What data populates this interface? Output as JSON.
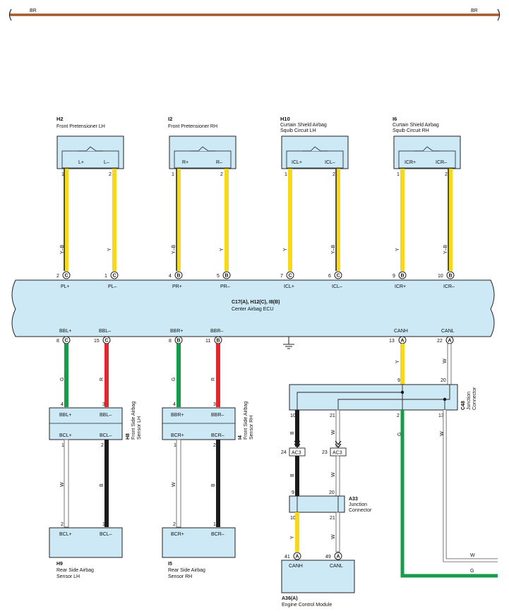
{
  "top_wire": {
    "left_label": "BR",
    "right_label": "BR",
    "color": "#a45a2a"
  },
  "colors": {
    "Y-B": "#f7d91a",
    "Y": "#f7d91a",
    "G": "#169c4a",
    "R": "#e0282e",
    "W": "#ffffff",
    "B": "#1b1b1b",
    "box": "#cde9f6"
  },
  "top_components": [
    {
      "code": "H2",
      "name": [
        "Front Pretensioner LH"
      ],
      "terminals": [
        "L+",
        "L–"
      ],
      "pins": [
        "1",
        "2"
      ]
    },
    {
      "code": "I2",
      "name": [
        "Front Pretensioner RH"
      ],
      "terminals": [
        "R+",
        "R–"
      ],
      "pins": [
        "1",
        "2"
      ]
    },
    {
      "code": "H10",
      "name": [
        "Curtain Shield Airbag",
        "Squib Circuit LH"
      ],
      "terminals": [
        "ICL+",
        "ICL–"
      ],
      "pins": [
        "1",
        "2"
      ]
    },
    {
      "code": "I6",
      "name": [
        "Curtain Shield Airbag",
        "Squib Circuit RH"
      ],
      "terminals": [
        "ICR+",
        "ICR–"
      ],
      "pins": [
        "1",
        "2"
      ]
    }
  ],
  "top_wires": [
    "Y–B",
    "Y",
    "Y–B",
    "Y",
    "Y",
    "Y–B",
    "Y",
    "Y–B"
  ],
  "ecu": {
    "connectors": "C17(A), H12(C), I8(B)",
    "name": "Center Airbag ECU",
    "top_pins": [
      {
        "num": "2",
        "conn": "C",
        "term": "PL+"
      },
      {
        "num": "1",
        "conn": "C",
        "term": "PL–"
      },
      {
        "num": "4",
        "conn": "B",
        "term": "PR+"
      },
      {
        "num": "5",
        "conn": "B",
        "term": "PR–"
      },
      {
        "num": "7",
        "conn": "C",
        "term": "ICL+"
      },
      {
        "num": "6",
        "conn": "C",
        "term": "ICL–"
      },
      {
        "num": "9",
        "conn": "B",
        "term": "ICR+"
      },
      {
        "num": "10",
        "conn": "B",
        "term": "ICR–"
      }
    ],
    "bottom_pins": [
      {
        "num": "8",
        "conn": "C",
        "term": "BBL+"
      },
      {
        "num": "15",
        "conn": "C",
        "term": "BBL–"
      },
      {
        "num": "8",
        "conn": "B",
        "term": "BBR+"
      },
      {
        "num": "11",
        "conn": "B",
        "term": "BBR–"
      },
      {
        "num": "13",
        "conn": "A",
        "term": "CANH"
      },
      {
        "num": "22",
        "conn": "A",
        "term": "CANL"
      }
    ]
  },
  "front_sensors": [
    {
      "code": "H8",
      "name": [
        "Front Side Airbag",
        "Sensor LH"
      ],
      "top_terms": [
        "BBL+",
        "BBL–"
      ],
      "bot_terms": [
        "BCL+",
        "BCL–"
      ],
      "top_pins": [
        "4",
        "3"
      ],
      "bot_pins": [
        "1",
        "2"
      ],
      "wires_in": [
        "G",
        "R"
      ],
      "wires_out": [
        "W",
        "B"
      ]
    },
    {
      "code": "I4",
      "name": [
        "Front Side Airbag",
        "Sensor RH"
      ],
      "top_terms": [
        "BBR+",
        "BBR–"
      ],
      "bot_terms": [
        "BCR+",
        "BCR–"
      ],
      "top_pins": [
        "4",
        "3"
      ],
      "bot_pins": [
        "1",
        "2"
      ],
      "wires_in": [
        "G",
        "R"
      ],
      "wires_out": [
        "W",
        "B"
      ]
    }
  ],
  "rear_sensors": [
    {
      "code": "H9",
      "name": [
        "Rear Side Airbag",
        "Sensor LH"
      ],
      "terms": [
        "BCL+",
        "BCL–"
      ],
      "pins": [
        "2",
        "1"
      ]
    },
    {
      "code": "I5",
      "name": [
        "Rear Side Airbag",
        "Sensor RH"
      ],
      "terms": [
        "BCR+",
        "BCR–"
      ],
      "pins": [
        "2",
        "1"
      ]
    }
  ],
  "c48": {
    "code": "C48",
    "name": [
      "Junction",
      "Connector"
    ],
    "pins_top": [
      "9",
      "20"
    ],
    "pins_bottom": [
      "10",
      "21",
      "2",
      "13"
    ],
    "wires": [
      "Y",
      "W",
      "B",
      "W",
      "G",
      "W"
    ]
  },
  "ac3": {
    "left_pin": "24",
    "right_pin": "23",
    "label": "AC3"
  },
  "a33": {
    "code": "A33",
    "name": [
      "Junction",
      "Connector"
    ],
    "pins_top": [
      "9",
      "20"
    ],
    "pins_bottom": [
      "10",
      "21"
    ],
    "wires": [
      "B",
      "W",
      "Y",
      "W"
    ]
  },
  "ecm": {
    "code": "A36(A)",
    "name": "Engine Control Module",
    "pins": [
      {
        "num": "41",
        "conn": "A",
        "term": "CANH"
      },
      {
        "num": "49",
        "conn": "A",
        "term": "CANL"
      }
    ]
  },
  "right_bus": {
    "upper": "W",
    "lower": "G"
  }
}
